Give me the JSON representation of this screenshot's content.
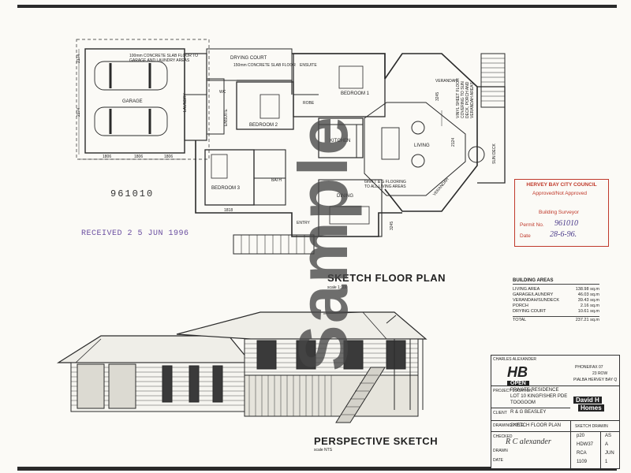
{
  "plan": {
    "rooms": {
      "drying_court": "DRYING COURT",
      "drying_court_note": "150mm CONCRETE SLAB FLOOR",
      "garage_note": "100mm CONCRETE SLAB FLOOR TO GARAGE AND LAUNDRY AREAS",
      "garage": "GARAGE",
      "laundry": "LAUNDRY",
      "wc": "WC",
      "ensuite_small": "ENSUITE",
      "bedroom2": "BEDROOM 2",
      "ensuite": "ENSUITE",
      "bedroom1": "BEDROOM 1",
      "robe": "ROBE",
      "kitchen": "KITCHEN",
      "living": "LIVING",
      "verandah_top": "VERANDAH",
      "verandah_bottom": "VERANDAH",
      "sun_deck": "SUN DECK",
      "sundeck_note": "VINYL SHEET FLOOR COVERING TO SUN DECK, PORCH AND VERANDAH AREAS",
      "flooring_note": "6mm T & G FLOORING TO ALL LIVING AREAS",
      "bedroom3": "BEDROOM 3",
      "bath": "BATH",
      "dining": "DINING",
      "entry": "ENTRY"
    },
    "dims": [
      "2174",
      "2174",
      "1806",
      "1806",
      "1806",
      "1818",
      "2124",
      "3245",
      "3245"
    ]
  },
  "job_number": "961010",
  "received_stamp": "RECEIVED 2 5 JUN 1996",
  "titles": {
    "floor_plan": "SKETCH FLOOR PLAN",
    "floor_plan_scale": "scale 1:100",
    "perspective": "PERSPECTIVE SKETCH",
    "perspective_scale": "scale NTS"
  },
  "watermark": "Sample",
  "building_areas": {
    "heading": "BUILDING AREAS",
    "rows": [
      {
        "label": "LIVING AREA",
        "value": "138.98 sq.m"
      },
      {
        "label": "GARAGE/LAUNDRY",
        "value": "46.03 sq.m"
      },
      {
        "label": "VERANDAH/SUNDECK",
        "value": "39.43 sq.m"
      },
      {
        "label": "PORCH",
        "value": "2.16 sq.m"
      },
      {
        "label": "DRYING COURT",
        "value": "10.61 sq.m"
      }
    ],
    "total_label": "TOTAL",
    "total_value": "237.21 sq.m"
  },
  "council_stamp": {
    "header": "HERVEY BAY CITY COUNCIL",
    "line1": "Approved/Not Approved",
    "line2": "Building Surveyor",
    "permit_label": "Permit No.",
    "permit_value": "961010",
    "date_label": "Date",
    "date_value": "28-6-96."
  },
  "titleblock": {
    "header_note": "CHARLES ALEXANDER",
    "logo_text": "HB",
    "logo_sub": "OPEN",
    "phone": "PHONE/FAX 07",
    "addr1": "23 ROW",
    "addr2": "PIALBA HERVEY BAY Q",
    "project_label": "PROJECT LOCATION",
    "project1": "PRIVATE RESIDENCE",
    "project2": "LOT 10 KINGFISHER PDE",
    "project3": "TOOGOOM",
    "client_label": "CLIENT",
    "client": "R & G BEASLEY",
    "brand": "David H",
    "brand2": "Homes",
    "drawing_label": "DRAWING TITLE",
    "drawing": "SKETCH FLOOR PLAN",
    "drawing_right": "SKETCH DRAWIN",
    "checked_label": "CHECKED",
    "drawn_label": "DRAWN",
    "date_label": "DATE",
    "c1": "p20",
    "c2": "AS",
    "c3": "HDW37",
    "c4": "A",
    "c5": "RCA",
    "c6": "JUN",
    "c7": "1109",
    "c8": "1",
    "signature": "R C alexander"
  }
}
